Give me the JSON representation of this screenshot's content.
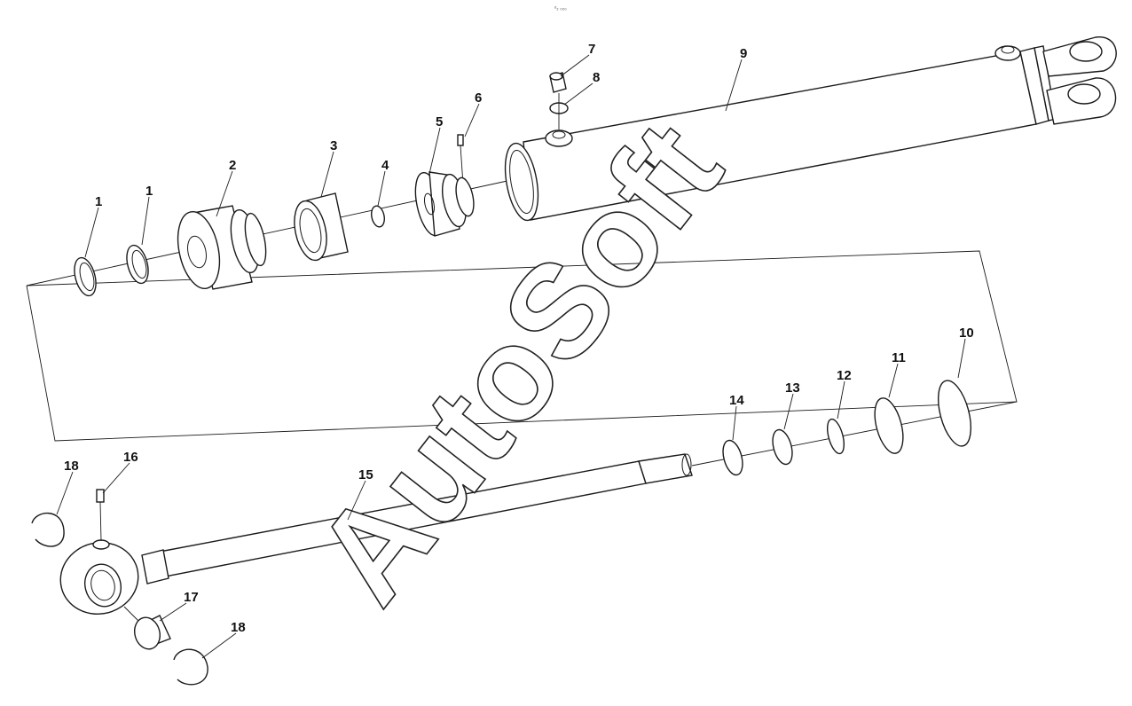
{
  "labels": [
    "1",
    "2",
    "3",
    "4",
    "5",
    "6",
    "7",
    "8",
    "9",
    "10",
    "11",
    "12",
    "13",
    "14",
    "15",
    "16",
    "17",
    "18"
  ],
  "watermark": "AutoSoft",
  "corner_code": "ᵒ₂ ₀₀₀"
}
